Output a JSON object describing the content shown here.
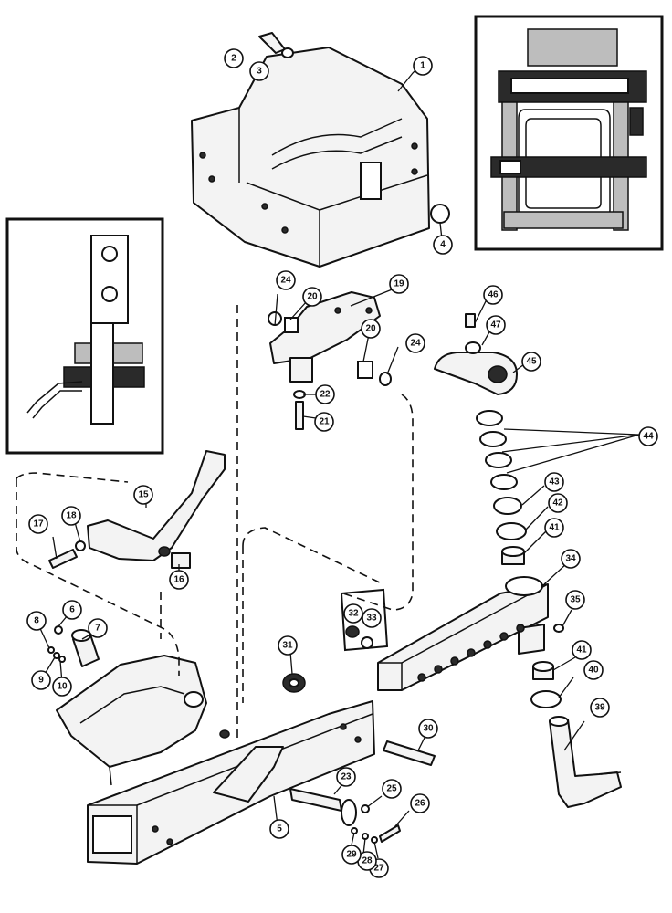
{
  "diagram": {
    "callouts": [
      {
        "id": "c1",
        "label": "1"
      },
      {
        "id": "c2",
        "label": "2"
      },
      {
        "id": "c3",
        "label": "3"
      },
      {
        "id": "c4",
        "label": "4"
      },
      {
        "id": "c5",
        "label": "5"
      },
      {
        "id": "c6",
        "label": "6"
      },
      {
        "id": "c7",
        "label": "7"
      },
      {
        "id": "c8",
        "label": "8"
      },
      {
        "id": "c9",
        "label": "9"
      },
      {
        "id": "c10",
        "label": "10"
      },
      {
        "id": "c15",
        "label": "15"
      },
      {
        "id": "c16",
        "label": "16"
      },
      {
        "id": "c17",
        "label": "17"
      },
      {
        "id": "c18",
        "label": "18"
      },
      {
        "id": "c19",
        "label": "19"
      },
      {
        "id": "c20a",
        "label": "20"
      },
      {
        "id": "c20b",
        "label": "20"
      },
      {
        "id": "c21",
        "label": "21"
      },
      {
        "id": "c22",
        "label": "22"
      },
      {
        "id": "c23",
        "label": "23"
      },
      {
        "id": "c24a",
        "label": "24"
      },
      {
        "id": "c24b",
        "label": "24"
      },
      {
        "id": "c25",
        "label": "25"
      },
      {
        "id": "c26",
        "label": "26"
      },
      {
        "id": "c27",
        "label": "27"
      },
      {
        "id": "c28",
        "label": "28"
      },
      {
        "id": "c29",
        "label": "29"
      },
      {
        "id": "c30",
        "label": "30"
      },
      {
        "id": "c31",
        "label": "31"
      },
      {
        "id": "c32",
        "label": "32"
      },
      {
        "id": "c33",
        "label": "33"
      },
      {
        "id": "c34",
        "label": "34"
      },
      {
        "id": "c35",
        "label": "35"
      },
      {
        "id": "c39",
        "label": "39"
      },
      {
        "id": "c40",
        "label": "40"
      },
      {
        "id": "c41a",
        "label": "41"
      },
      {
        "id": "c41b",
        "label": "41"
      },
      {
        "id": "c42",
        "label": "42"
      },
      {
        "id": "c43",
        "label": "43"
      },
      {
        "id": "c44",
        "label": "44"
      },
      {
        "id": "c45",
        "label": "45"
      },
      {
        "id": "c46",
        "label": "46"
      },
      {
        "id": "c47",
        "label": "47"
      }
    ]
  }
}
